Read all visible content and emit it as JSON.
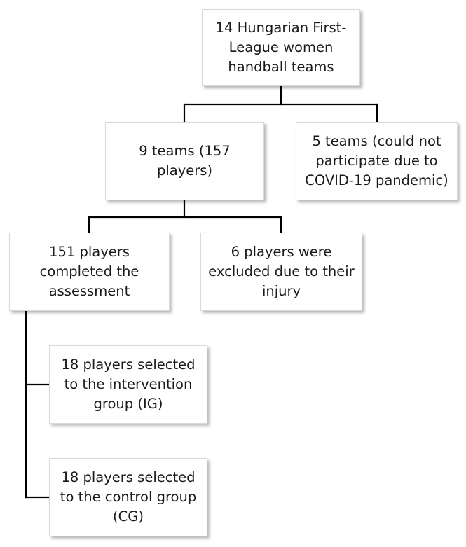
{
  "diagram": {
    "root": {
      "text": "14 Hungarian First-League women handball teams"
    },
    "included_teams": {
      "text": "9 teams (157 players)"
    },
    "excluded_teams": {
      "text": "5 teams (could not participate due to COVID-19 pandemic)"
    },
    "completed_assessment": {
      "text": "151 players completed the assessment"
    },
    "excluded_players": {
      "text": "6 players were excluded due to their injury"
    },
    "intervention_group": {
      "text": "18 players selected to the intervention group (IG)"
    },
    "control_group": {
      "text": "18 players selected to the control group (CG)"
    }
  }
}
